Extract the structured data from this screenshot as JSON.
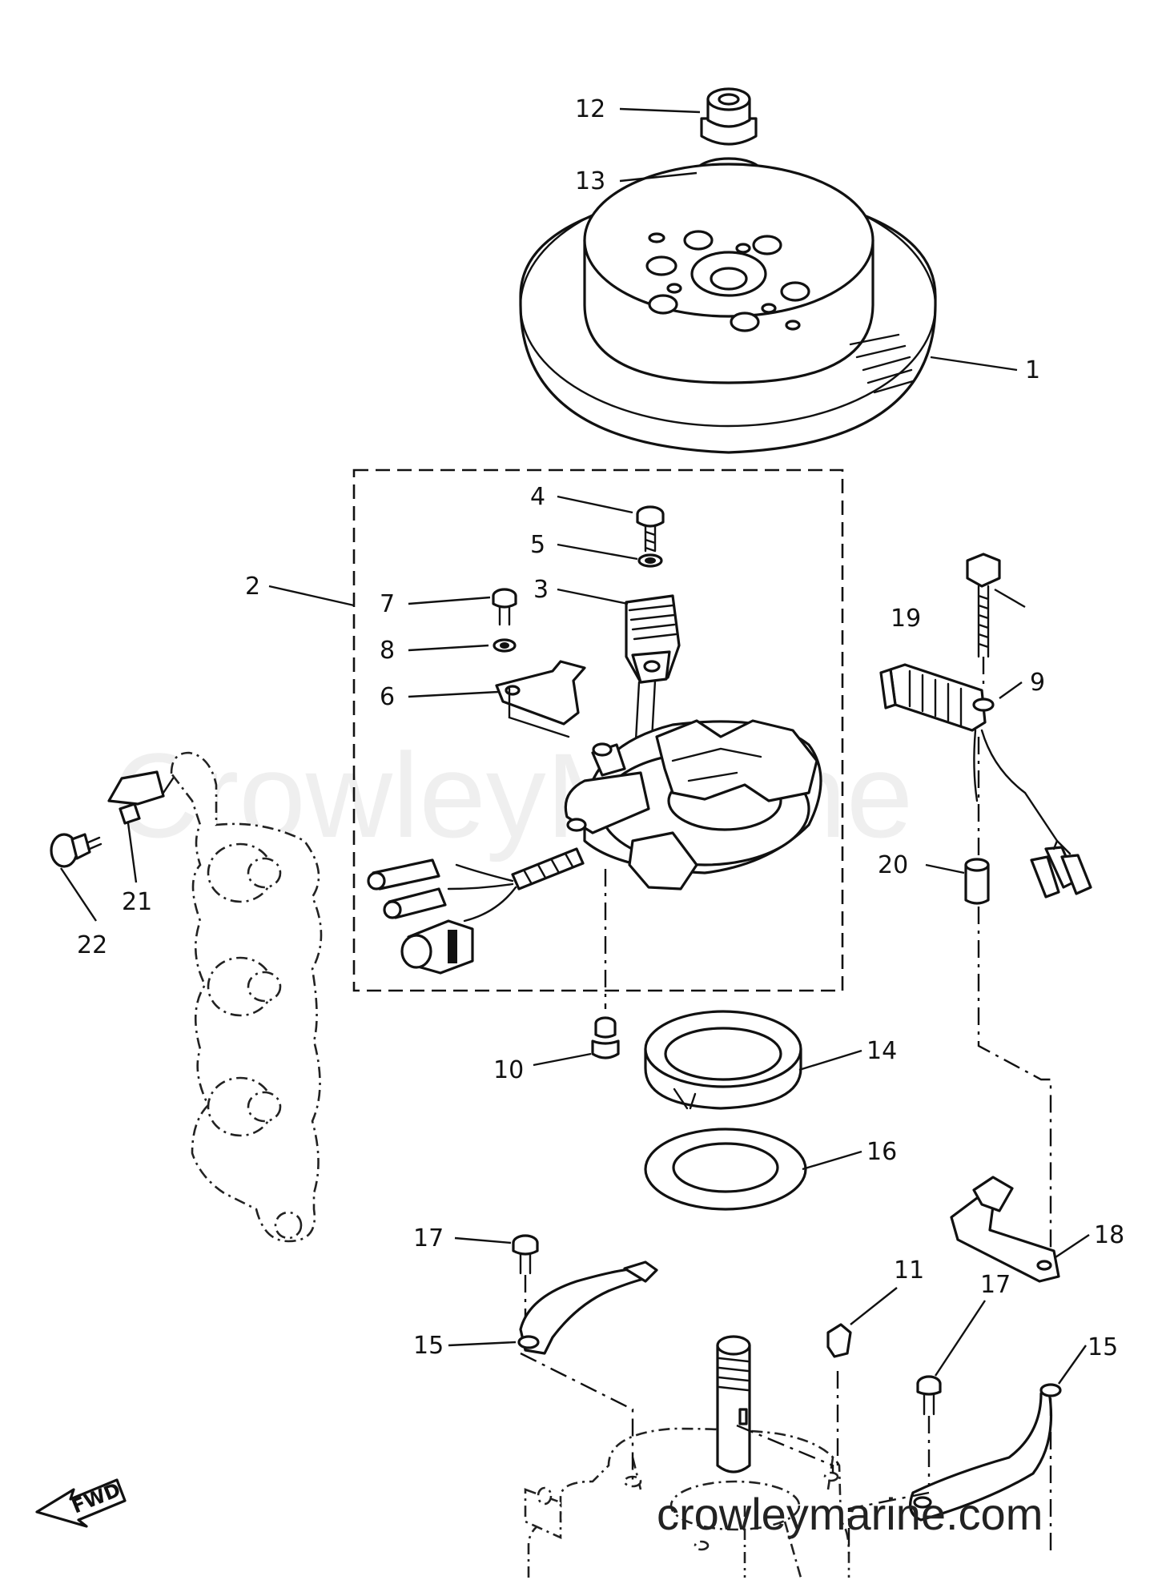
{
  "watermark": "CrowleyMarine",
  "footer_url": "crowleymarine.com",
  "direction_label": "FWD",
  "callouts": {
    "c1": "1",
    "c2": "2",
    "c3": "3",
    "c4": "4",
    "c5": "5",
    "c6": "6",
    "c7": "7",
    "c8": "8",
    "c9": "9",
    "c10": "10",
    "c11": "11",
    "c12": "12",
    "c13": "13",
    "c14": "14",
    "c15a": "15",
    "c15b": "15",
    "c16": "16",
    "c17a": "17",
    "c17b": "17",
    "c18": "18",
    "c19": "19",
    "c20": "20",
    "c21": "21",
    "c22": "22"
  }
}
